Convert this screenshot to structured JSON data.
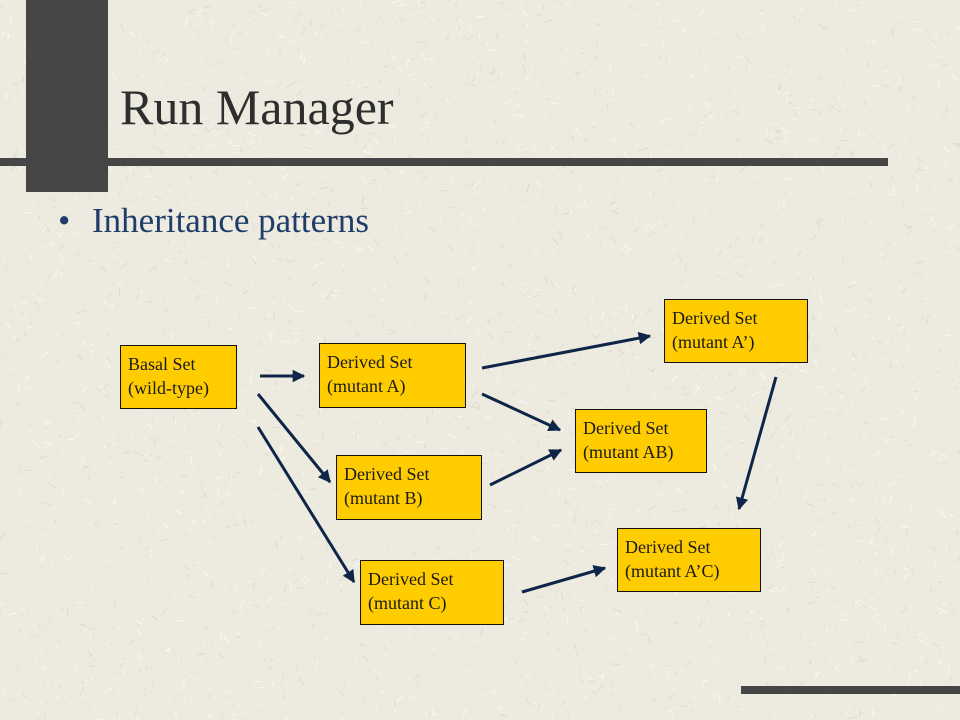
{
  "slide": {
    "title": "Run Manager",
    "bullet": "Inheritance patterns",
    "bullet_marker": "•"
  },
  "colors": {
    "background": "#edebdf",
    "accent_bar": "#464646",
    "box_fill": "#ffcc00",
    "arrow": "#0f2548",
    "bullet_text": "#1f3d6b",
    "title_text": "#2e2e2e"
  },
  "diagram": {
    "nodes": [
      {
        "id": "basal",
        "line1": "Basal Set",
        "line2": "(wild-type)"
      },
      {
        "id": "mutA",
        "line1": "Derived Set",
        "line2": "(mutant A)"
      },
      {
        "id": "mutB",
        "line1": "Derived Set",
        "line2": "(mutant B)"
      },
      {
        "id": "mutC",
        "line1": "Derived Set",
        "line2": "(mutant C)"
      },
      {
        "id": "mutAprime",
        "line1": "Derived Set",
        "line2": "(mutant A’)"
      },
      {
        "id": "mutAB",
        "line1": "Derived Set",
        "line2": "(mutant AB)"
      },
      {
        "id": "mutAprimeC",
        "line1": "Derived Set",
        "line2": "(mutant A’C)"
      }
    ],
    "edges": [
      {
        "from": "basal",
        "to": "mutA"
      },
      {
        "from": "basal",
        "to": "mutB"
      },
      {
        "from": "basal",
        "to": "mutC"
      },
      {
        "from": "mutA",
        "to": "mutAprime"
      },
      {
        "from": "mutA",
        "to": "mutAB"
      },
      {
        "from": "mutB",
        "to": "mutAB"
      },
      {
        "from": "mutAprime",
        "to": "mutAprimeC"
      },
      {
        "from": "mutC",
        "to": "mutAprimeC"
      }
    ]
  }
}
